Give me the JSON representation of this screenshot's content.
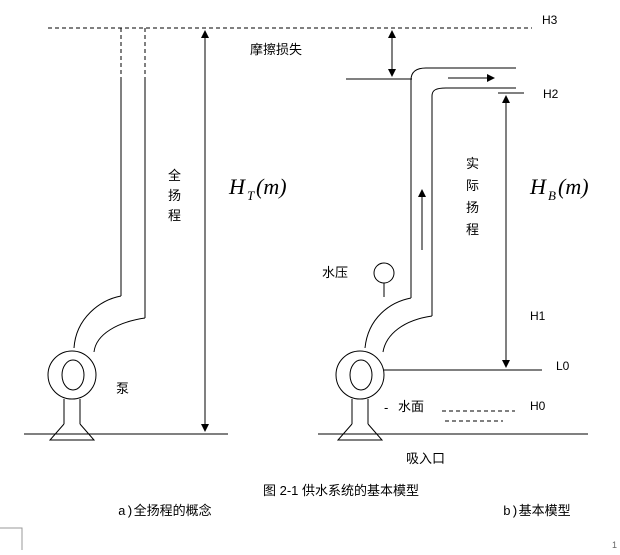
{
  "levels": {
    "h3": "H3",
    "h2": "H2",
    "h1": "H1",
    "l0": "L0",
    "h0": "H0"
  },
  "left_panel": {
    "total_head_label": [
      "全",
      "扬",
      "程"
    ],
    "ht_symbol": "H",
    "ht_subscript": "T",
    "ht_unit": "(m)",
    "pump_label": "泵",
    "caption": "a)全扬程的概念"
  },
  "right_panel": {
    "friction_label": "摩擦损失",
    "actual_head_label": [
      "实",
      "际",
      "扬",
      "程"
    ],
    "hb_symbol": "H",
    "hb_subscript": "B",
    "hb_unit": "(m)",
    "water_pressure_label": "水压",
    "water_surface_label": "水面",
    "water_surface_dash": "-",
    "suction_label": "吸入口",
    "caption": "b)基本模型"
  },
  "figure_title": "图 2-1  供水系统的基本模型",
  "page_number": "1"
}
